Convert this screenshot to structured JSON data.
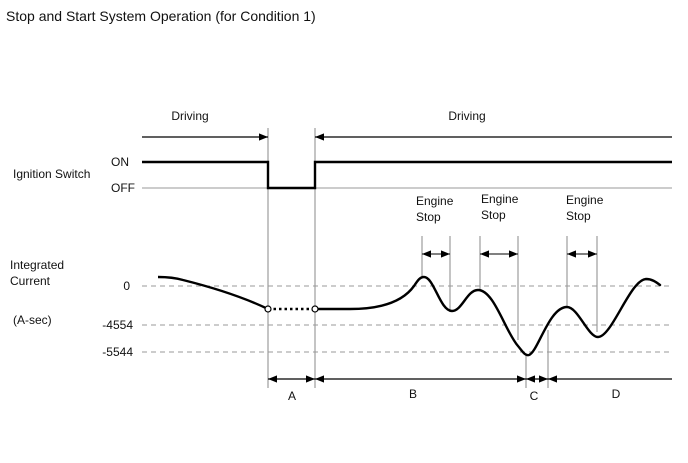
{
  "title": "Stop and Start System Operation (for Condition 1)",
  "phases": {
    "driving_left": "Driving",
    "driving_right": "Driving"
  },
  "ignition": {
    "label": "Ignition Switch",
    "on": "ON",
    "off": "OFF"
  },
  "engine_stop": [
    {
      "line1": "Engine",
      "line2": "Stop"
    },
    {
      "line1": "Engine",
      "line2": "Stop"
    },
    {
      "line1": "Engine",
      "line2": "Stop"
    }
  ],
  "current": {
    "label_line1": "Integrated",
    "label_line2": "Current",
    "unit": "(A-sec)",
    "levels": [
      "0",
      "-4554",
      "-5544"
    ]
  },
  "intervals": [
    "A",
    "B",
    "C",
    "D"
  ],
  "colors": {
    "line": "#000000",
    "guide": "#888888",
    "dashed": "#999999"
  }
}
